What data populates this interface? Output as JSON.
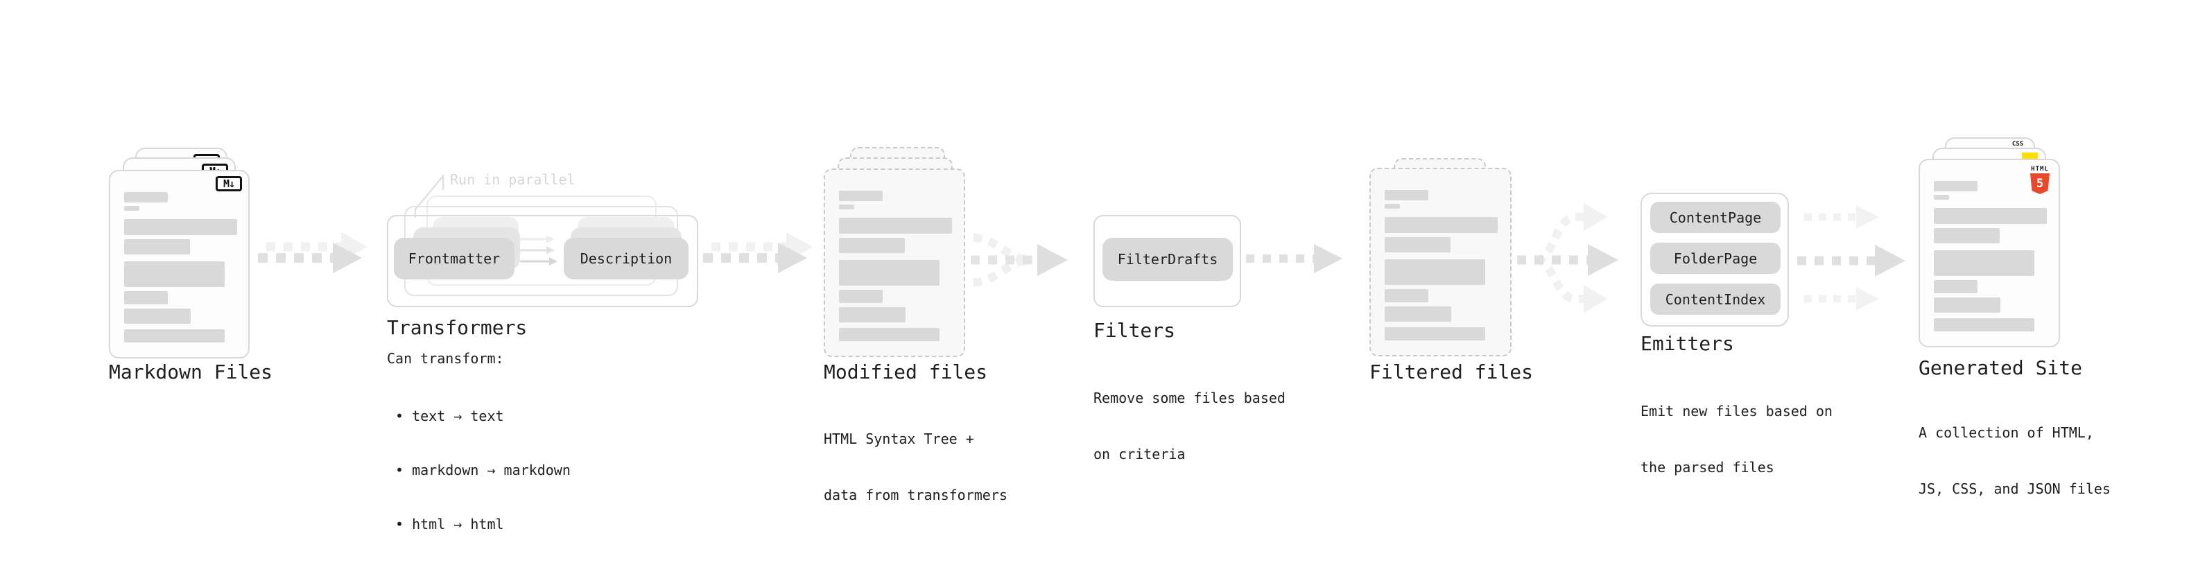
{
  "diagram": {
    "markdown_files": {
      "label": "Markdown Files",
      "icon": "M↓"
    },
    "transformers": {
      "annotation": "Run in parallel",
      "input_pill": "Frontmatter",
      "output_pill": "Description",
      "title": "Transformers",
      "description": "Can transform:",
      "bullets": [
        "• text → text",
        "• markdown → markdown",
        "• html → html"
      ]
    },
    "modified_files": {
      "title": "Modified files",
      "description_line1": "HTML Syntax Tree +",
      "description_line2": "data from transformers"
    },
    "filters": {
      "pill": "FilterDrafts",
      "title": "Filters",
      "description_line1": "Remove some files based",
      "description_line2": "on criteria"
    },
    "filtered_files": {
      "title": "Filtered files"
    },
    "emitters": {
      "pills": [
        "ContentPage",
        "FolderPage",
        "ContentIndex"
      ],
      "title": "Emitters",
      "description_line1": "Emit new files based on",
      "description_line2": "the parsed files"
    },
    "generated_site": {
      "title": "Generated Site",
      "description_line1": "A collection of HTML,",
      "description_line2": "JS, CSS, and JSON files",
      "html5_icon_word": "HTML",
      "html5_icon_number": "5",
      "css_icon_word": "CSS"
    }
  },
  "colors": {
    "text": "#1f1f1f",
    "placeholder_bar": "#d9d9d9",
    "pill_fill": "#d9d9d9",
    "box_border": "#d9d9d9",
    "dashed_border": "#c9c9c9",
    "arrow": "#dedede",
    "arrow_light": "#f1f1f1",
    "annotation_gray": "#d6d6d6",
    "html5_orange": "#e8492c",
    "js_yellow": "#ffdf00",
    "css_blue": "#2962ff"
  }
}
